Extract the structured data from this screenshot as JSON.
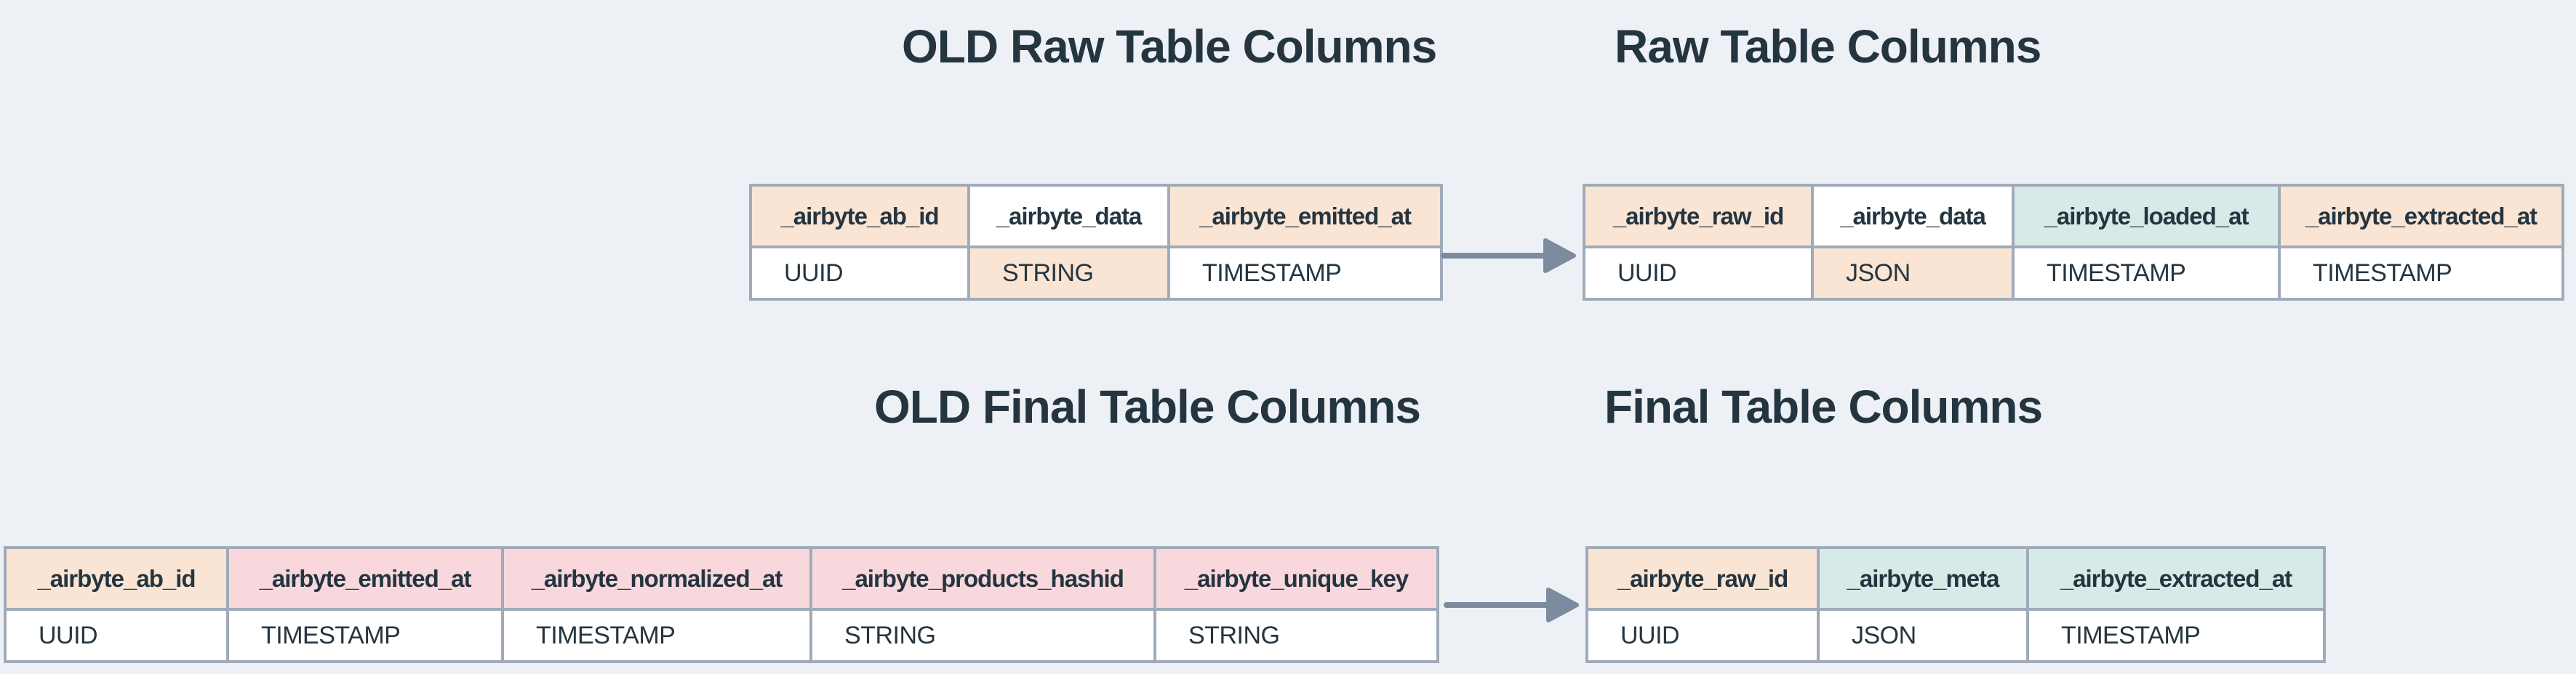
{
  "palette": {
    "background": "#edf1f6",
    "table_border": "#a0abb9",
    "text": "#253540",
    "arrow": "#7c8c9e",
    "highlight_peach": "#fae5d4",
    "highlight_pink": "#f8d8dd",
    "highlight_teal": "#d6ebe7",
    "cell_white": "#ffffff"
  },
  "titles": {
    "old_raw": "OLD Raw Table Columns",
    "new_raw": "Raw Table Columns",
    "old_final": "OLD Final Table Columns",
    "new_final": "Final Table Columns"
  },
  "tables": {
    "old_raw": {
      "columns": [
        {
          "name": "_airbyte_ab_id",
          "type": "UUID",
          "name_highlight": "peach",
          "type_highlight": "white"
        },
        {
          "name": "_airbyte_data",
          "type": "STRING",
          "name_highlight": "white",
          "type_highlight": "peach"
        },
        {
          "name": "_airbyte_emitted_at",
          "type": "TIMESTAMP",
          "name_highlight": "peach",
          "type_highlight": "white"
        }
      ]
    },
    "new_raw": {
      "columns": [
        {
          "name": "_airbyte_raw_id",
          "type": "UUID",
          "name_highlight": "peach",
          "type_highlight": "white"
        },
        {
          "name": "_airbyte_data",
          "type": "JSON",
          "name_highlight": "white",
          "type_highlight": "peach"
        },
        {
          "name": "_airbyte_loaded_at",
          "type": "TIMESTAMP",
          "name_highlight": "teal",
          "type_highlight": "white"
        },
        {
          "name": "_airbyte_extracted_at",
          "type": "TIMESTAMP",
          "name_highlight": "peach",
          "type_highlight": "white"
        }
      ]
    },
    "old_final": {
      "columns": [
        {
          "name": "_airbyte_ab_id",
          "type": "UUID",
          "name_highlight": "peach",
          "type_highlight": "white"
        },
        {
          "name": "_airbyte_emitted_at",
          "type": "TIMESTAMP",
          "name_highlight": "pink",
          "type_highlight": "white"
        },
        {
          "name": "_airbyte_normalized_at",
          "type": "TIMESTAMP",
          "name_highlight": "pink",
          "type_highlight": "white"
        },
        {
          "name": "_airbyte_products_hashid",
          "type": "STRING",
          "name_highlight": "pink",
          "type_highlight": "white"
        },
        {
          "name": "_airbyte_unique_key",
          "type": "STRING",
          "name_highlight": "pink",
          "type_highlight": "white"
        }
      ]
    },
    "new_final": {
      "columns": [
        {
          "name": "_airbyte_raw_id",
          "type": "UUID",
          "name_highlight": "peach",
          "type_highlight": "white"
        },
        {
          "name": "_airbyte_meta",
          "type": "JSON",
          "name_highlight": "teal",
          "type_highlight": "white"
        },
        {
          "name": "_airbyte_extracted_at",
          "type": "TIMESTAMP",
          "name_highlight": "teal",
          "type_highlight": "white"
        }
      ]
    }
  },
  "arrows": [
    {
      "id": "raw-arrow",
      "direction": "right"
    },
    {
      "id": "final-arrow",
      "direction": "right"
    }
  ]
}
